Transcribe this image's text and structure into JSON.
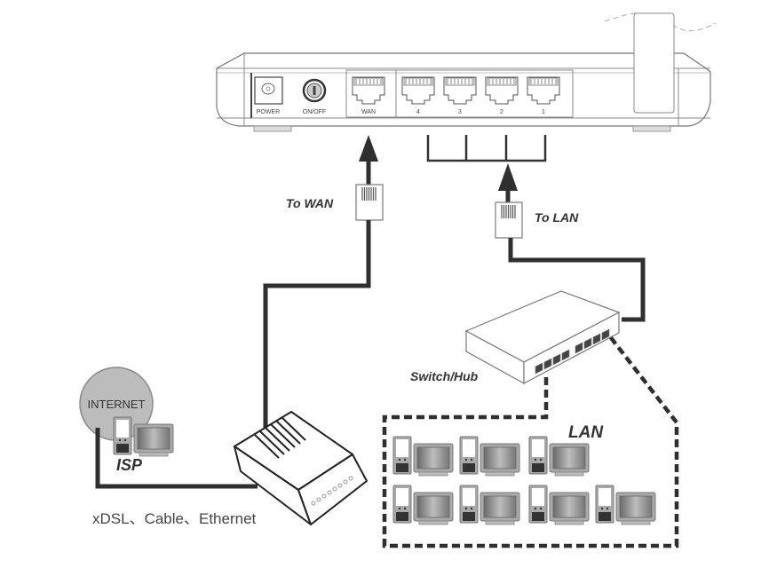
{
  "title": "Router network connection diagram",
  "router": {
    "ports": [
      {
        "id": "power",
        "label": "POWER"
      },
      {
        "id": "onoff",
        "label": "ON/OFF"
      },
      {
        "id": "wan",
        "label": "WAN"
      },
      {
        "id": "lan4",
        "label": "4"
      },
      {
        "id": "lan3",
        "label": "3"
      },
      {
        "id": "lan2",
        "label": "2"
      },
      {
        "id": "lan1",
        "label": "1"
      }
    ]
  },
  "labels": {
    "to_wan": "To WAN",
    "to_lan": "To LAN",
    "switch_hub": "Switch/Hub",
    "lan": "LAN",
    "internet": "INTERNET",
    "isp": "ISP",
    "modem_types": "xDSL、Cable、Ethernet"
  },
  "lan_computers": {
    "row1_count": 3,
    "row2_count": 4
  },
  "colors": {
    "cable": "#2f2f2f",
    "internet_cloud": "#b8b8b8",
    "outline": "#777777"
  }
}
